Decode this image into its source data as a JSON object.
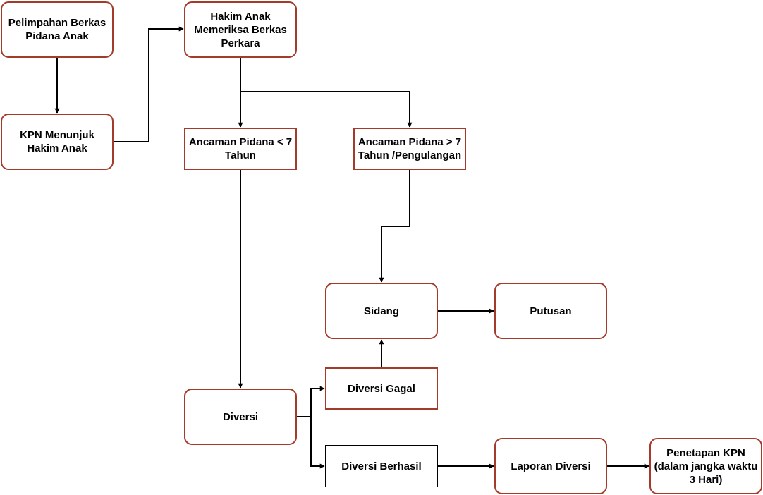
{
  "diagram": {
    "colors": {
      "node_border": "#a33a2a",
      "plain_border": "#000000",
      "edge": "#000000",
      "background": "#ffffff"
    },
    "nodes": {
      "pelimpahan": "Pelimpahan Berkas\nPidana Anak",
      "kpn_menunjuk": "KPN Menunjuk\nHakim Anak",
      "hakim_memeriksa": "Hakim Anak\nMemeriksa Berkas\nPerkara",
      "ancaman_kurang": "Ancaman Pidana < 7\nTahun",
      "ancaman_lebih": "Ancaman Pidana > 7\nTahun /Pengulangan",
      "sidang": "Sidang",
      "putusan": "Putusan",
      "diversi": "Diversi",
      "diversi_gagal": "Diversi Gagal",
      "diversi_berhasil": "Diversi Berhasil",
      "laporan_diversi": "Laporan Diversi",
      "penetapan_kpn": "Penetapan KPN\n(dalam jangka waktu\n3 Hari)"
    },
    "edges": [
      {
        "from": "pelimpahan",
        "to": "kpn_menunjuk"
      },
      {
        "from": "kpn_menunjuk",
        "to": "hakim_memeriksa"
      },
      {
        "from": "hakim_memeriksa",
        "to": "ancaman_kurang"
      },
      {
        "from": "hakim_memeriksa",
        "to": "ancaman_lebih"
      },
      {
        "from": "ancaman_kurang",
        "to": "diversi"
      },
      {
        "from": "ancaman_lebih",
        "to": "sidang"
      },
      {
        "from": "diversi",
        "to": "diversi_gagal"
      },
      {
        "from": "diversi",
        "to": "diversi_berhasil"
      },
      {
        "from": "diversi_gagal",
        "to": "sidang"
      },
      {
        "from": "sidang",
        "to": "putusan"
      },
      {
        "from": "diversi_berhasil",
        "to": "laporan_diversi"
      },
      {
        "from": "laporan_diversi",
        "to": "penetapan_kpn"
      }
    ]
  }
}
